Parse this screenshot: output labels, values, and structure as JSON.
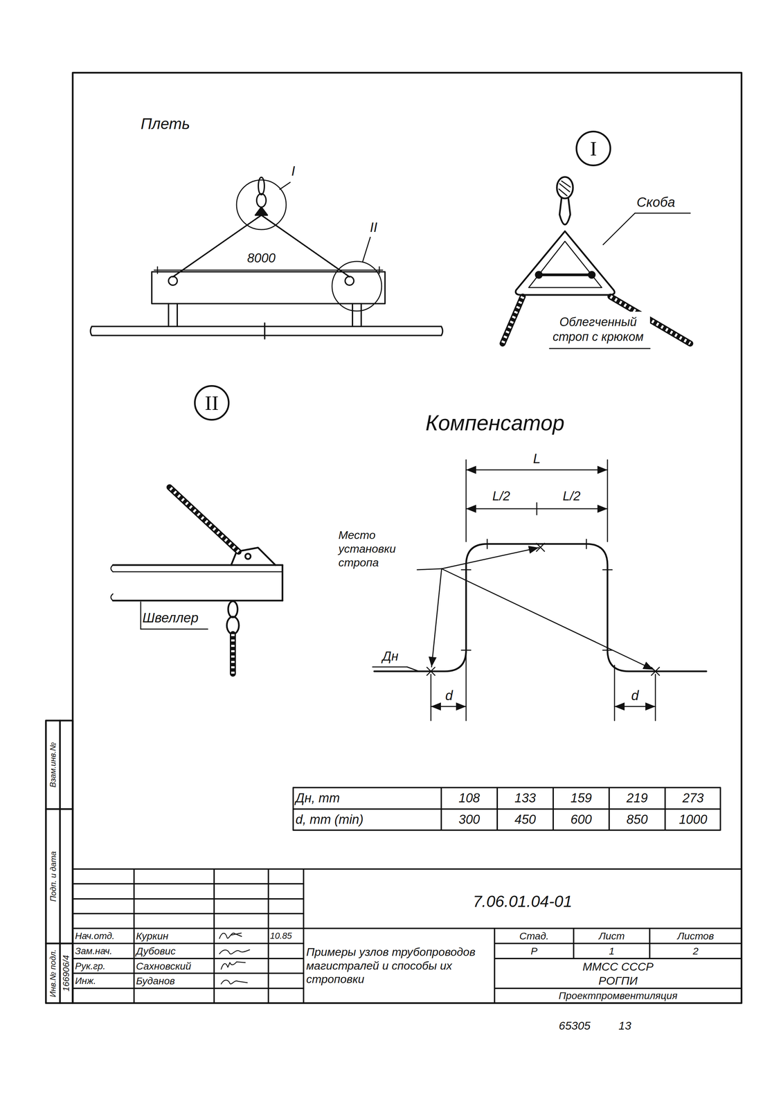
{
  "diagram": {
    "nodes": [
      {
        "text": [
          "I"
        ]
      },
      {
        "text": [
          "II"
        ]
      }
    ],
    "labels": [
      "Плеть",
      "I",
      "8000",
      "II",
      "Скоба",
      "Облегченный строп с крюком",
      "Швеллер",
      "Компенсатор",
      "L",
      "L/2",
      "L/2",
      "Место установки стропа",
      "Дн",
      "d",
      "d",
      "Дн, mm",
      "108",
      "133",
      "159",
      "219",
      "273",
      "d, mm (min)",
      "300",
      "450",
      "600",
      "850",
      "1000",
      "7.06.01.04-01",
      "Нач.отд.",
      "Куркин",
      "10.85",
      "Зам.нач.",
      "Дубовис",
      "Рук.гр.",
      "Сахновский",
      "Инж.",
      "Буданов",
      "Примеры узлов трубопроводов магистралей и способы их строповки",
      "Стад.",
      "Лист",
      "Листов",
      "Р",
      "1",
      "2",
      "ММСС СССР",
      "РОГПИ",
      "Проектпромвентиляция",
      "Инв.№ подл.",
      "166906/4",
      "Подп. и дата",
      "Взам.инв.№",
      "65305",
      "13"
    ]
  }
}
